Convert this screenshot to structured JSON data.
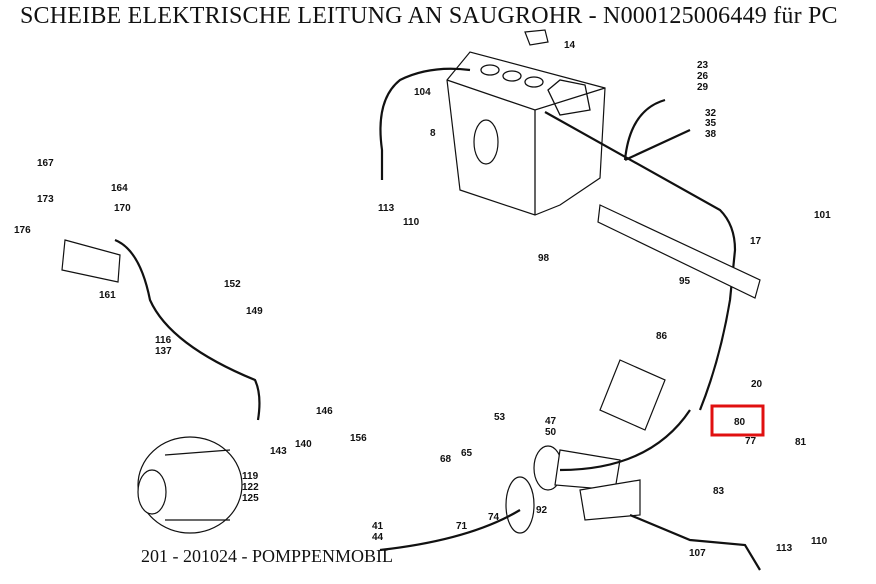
{
  "title": "SCHEIBE ELEKTRISCHE LEITUNG AN SAUGROHR - N000125006449 für PC",
  "footer": "201 - 201024 - POMPPENMOBIL",
  "highlight": {
    "part": "80",
    "color": "#e01010"
  },
  "labels": {
    "p14": "14",
    "p104": "104",
    "p8": "8",
    "p23": "23",
    "p26": "26",
    "p29": "29",
    "p32": "32",
    "p35": "35",
    "p38": "38",
    "p167": "167",
    "p164": "164",
    "p173": "173",
    "p170": "170",
    "p176": "176",
    "p161": "161",
    "p113a": "113",
    "p110a": "110",
    "p101": "101",
    "p17": "17",
    "p98": "98",
    "p95": "95",
    "p152": "152",
    "p149": "149",
    "p116": "116",
    "p137": "137",
    "p86": "86",
    "p20": "20",
    "p80": "80",
    "p77": "77",
    "p81": "81",
    "p146": "146",
    "p53": "53",
    "p47": "47",
    "p50": "50",
    "p156": "156",
    "p143": "143",
    "p140": "140",
    "p68": "68",
    "p65": "65",
    "p83": "83",
    "p119": "119",
    "p122": "122",
    "p125": "125",
    "p71": "71",
    "p74": "74",
    "p92": "92",
    "p41": "41",
    "p44": "44",
    "p107": "107",
    "p113b": "113",
    "p110b": "110"
  }
}
